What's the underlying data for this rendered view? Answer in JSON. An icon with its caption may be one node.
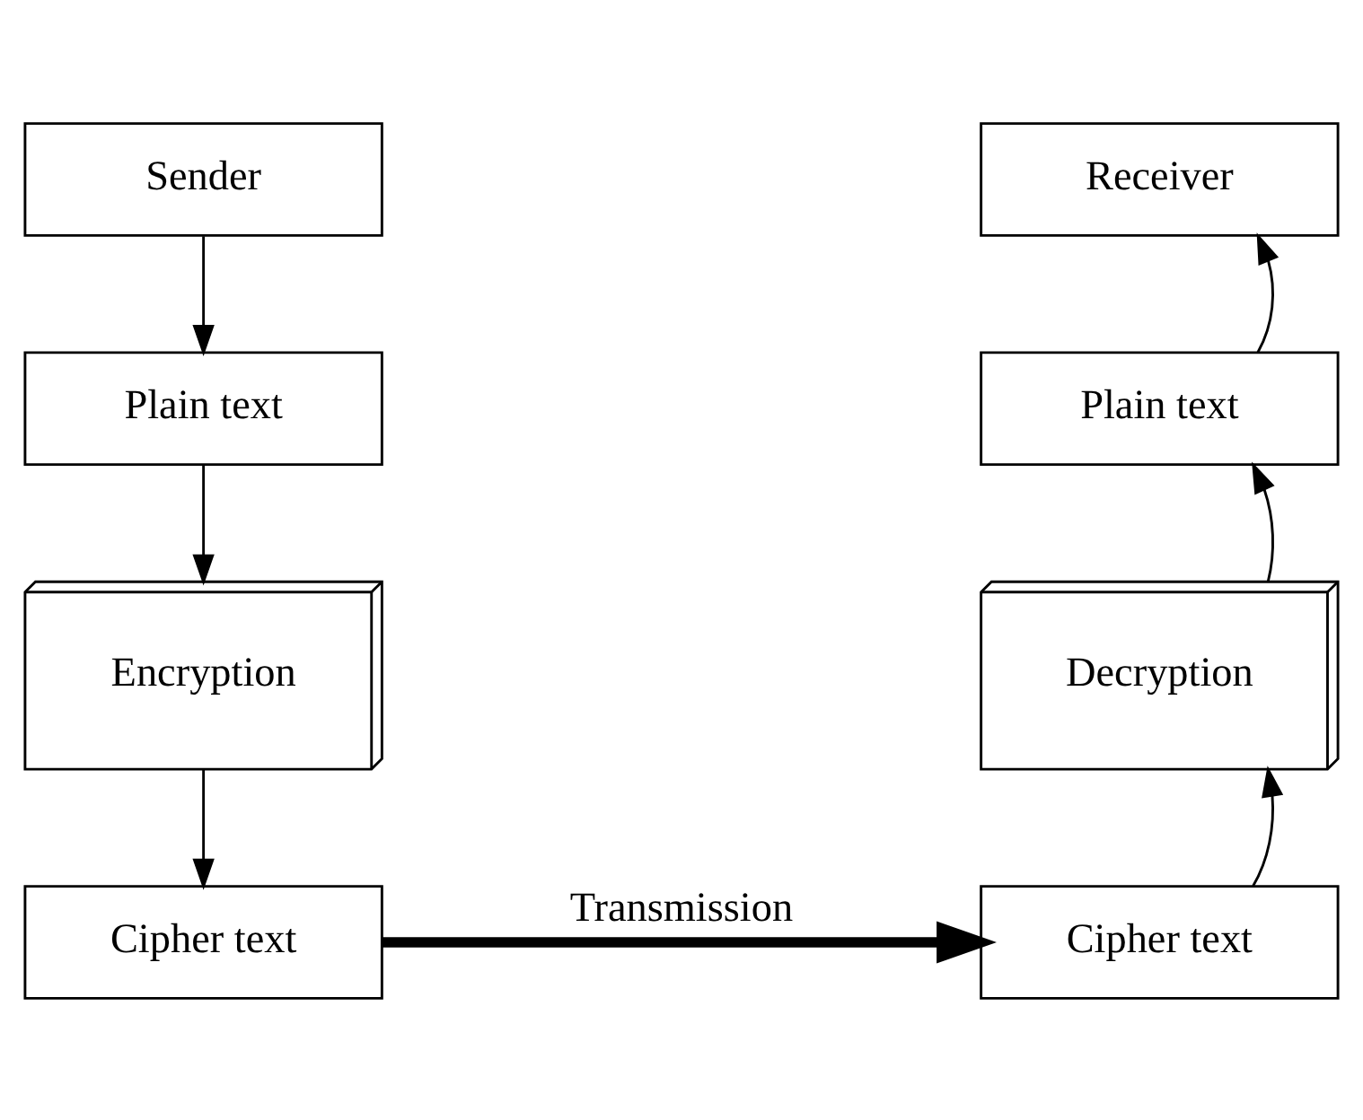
{
  "diagram": {
    "nodes": [
      {
        "text": [
          "Sender"
        ]
      },
      {
        "text": [
          "Plain text"
        ]
      },
      {
        "text": [
          "Encryption"
        ]
      },
      {
        "text": [
          "Cipher text"
        ]
      },
      {
        "text": [
          "Cipher text"
        ]
      },
      {
        "text": [
          "Decryption"
        ]
      },
      {
        "text": [
          "Plain text"
        ]
      },
      {
        "text": [
          "Receiver"
        ]
      }
    ],
    "edges": [
      {
        "from": 0,
        "to": 1,
        "arrow": "to"
      },
      {
        "from": 1,
        "to": 2,
        "arrow": "to"
      },
      {
        "from": 2,
        "to": 3,
        "arrow": "to"
      },
      {
        "from": 3,
        "to": 4,
        "arrow": "to",
        "label": "Transmission",
        "style": "thick"
      },
      {
        "from": 4,
        "to": 5,
        "arrow": "to"
      },
      {
        "from": 5,
        "to": 6,
        "arrow": "to"
      },
      {
        "from": 6,
        "to": 7,
        "arrow": "to"
      }
    ]
  }
}
